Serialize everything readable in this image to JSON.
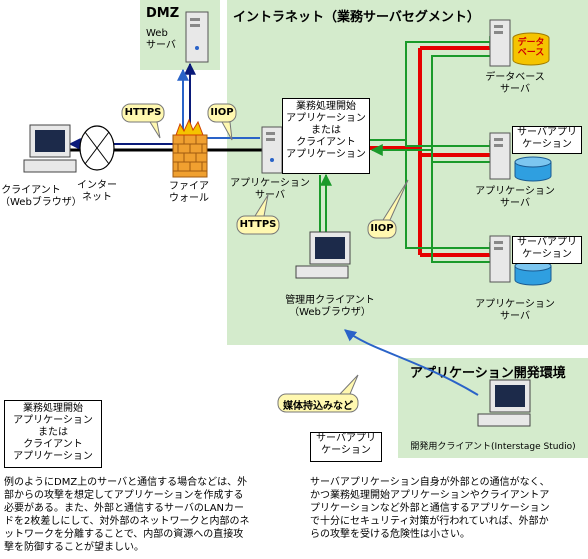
{
  "zones": {
    "dmz": "DMZ",
    "intranet": "イントラネット（業務サーバセグメント）",
    "dev": "アプリケーション開発環境"
  },
  "nodes": {
    "client": [
      "クライアント",
      "（Webブラウザ）"
    ],
    "internet": [
      "インター",
      "ネット"
    ],
    "firewall": [
      "ファイア",
      "ウォール"
    ],
    "web_server": [
      "Web",
      "サーバ"
    ],
    "app_server": [
      "アプリケーション",
      "サーバ"
    ],
    "db_server": [
      "データベース",
      "サーバ"
    ],
    "db_label": [
      "データ",
      "ベース"
    ],
    "app_server2": [
      "アプリケーション",
      "サーバ"
    ],
    "app_server3": [
      "アプリケーション",
      "サーバ"
    ],
    "admin_client": [
      "管理用クライアント",
      "（Webブラウザ）"
    ],
    "dev_client": "開発用クライアント(Interstage Studio)"
  },
  "boxes": {
    "biz_app": [
      "業務処理開始",
      "アプリケーション",
      "または",
      "クライアント",
      "アプリケーション"
    ],
    "server_app": [
      "サーバアプリ",
      "ケーション"
    ]
  },
  "callouts": {
    "https1": "HTTPS",
    "iiop1": "IIOP",
    "https2": "HTTPS",
    "iiop2": "IIOP",
    "media": "媒体持込みなど"
  },
  "legend": {
    "biz_box": [
      "業務処理開始",
      "アプリケーション",
      "または",
      "クライアント",
      "アプリケーション"
    ],
    "biz_text": [
      "例のようにDMZ上のサーバと通信する場合などは、外",
      "部からの攻撃を想定してアプリケーションを作成する",
      "必要がある。また、外部と通信するサーバのLANカー",
      "ドを2枚差しにして、対外部のネットワークと内部のネ",
      "ットワークを分離することで、内部の資源への直接攻",
      "撃を防御することが望ましい。"
    ],
    "srv_box": [
      "サーバアプリ",
      "ケーション"
    ],
    "srv_text": [
      "サーバアプリケーション自身が外部との通信がなく、",
      "かつ業務処理開始アプリケーションやクライアントア",
      "プリケーションなど外部と通信するアプリケーション",
      "で十分にセキュリティ対策が行われていれば、外部か",
      "らの攻撃を受ける危険性は小さい。"
    ]
  },
  "colors": {
    "zone_green": "#d4ebcc",
    "red_line": "#e60000",
    "green_line": "#1a9a2a",
    "blue_line": "#2a63c8",
    "navy_line": "#0a1a7a",
    "callout_fill": "#fff8b0",
    "disk_blue": "#2f9fe0",
    "db_yellow": "#f5c400",
    "firewall_orange": "#f0a030"
  }
}
